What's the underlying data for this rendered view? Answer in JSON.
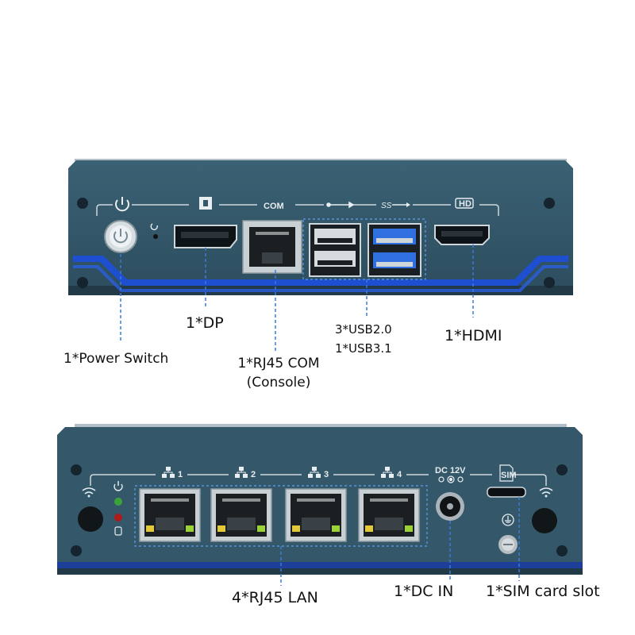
{
  "front_panel": {
    "panel_text": {
      "com": "COM",
      "hd": "HD"
    },
    "callouts": {
      "power": "1*Power Switch",
      "dp": "1*DP",
      "com_line1": "1*RJ45 COM",
      "com_line2": "(Console)",
      "usb_line1": "3*USB2.0",
      "usb_line2": "1*USB3.1",
      "hdmi": "1*HDMI"
    }
  },
  "rear_panel": {
    "panel_text": {
      "lan1": "1",
      "lan2": "2",
      "lan3": "3",
      "lan4": "4",
      "dc": "DC 12V",
      "sim": "SIM"
    },
    "callouts": {
      "lan": "4*RJ45 LAN",
      "dc_in": "1*DC IN",
      "sim_slot": "1*SIM card slot"
    }
  },
  "colors": {
    "chassis": "#34586a",
    "chassis_dark": "#22394a",
    "fins": "#a9b6bf",
    "accent_blue": "#1d4fd0",
    "usb3_blue": "#2f6fe0",
    "callout_line": "#3a7bd5"
  }
}
